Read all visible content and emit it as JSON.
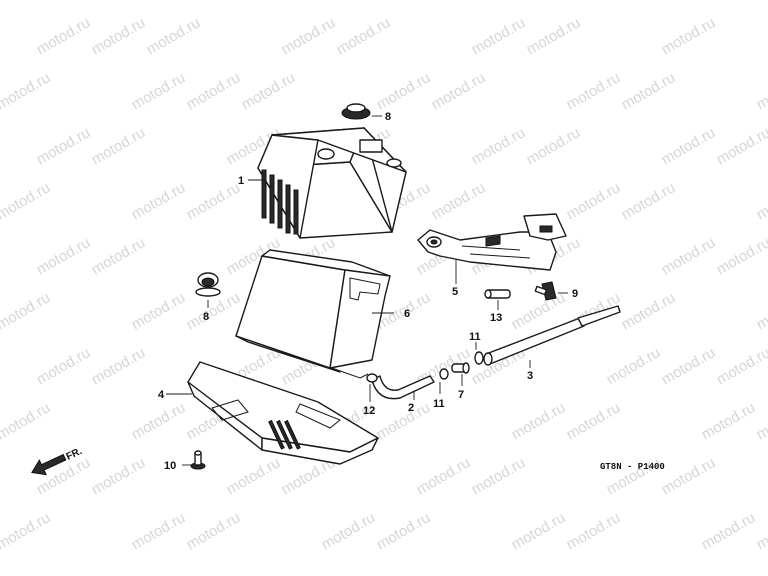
{
  "watermark_text": "motod.ru",
  "diagram_code": "GT8N - P1400",
  "direction_label": "FR.",
  "callouts": [
    {
      "id": "1",
      "part": "battery"
    },
    {
      "id": "2",
      "part": "breather-tube"
    },
    {
      "id": "3",
      "part": "drain-tube"
    },
    {
      "id": "4",
      "part": "battery-tray-cover"
    },
    {
      "id": "5",
      "part": "battery-holder-bracket"
    },
    {
      "id": "6",
      "part": "battery-case"
    },
    {
      "id": "7",
      "part": "tube-joint"
    },
    {
      "id": "8",
      "part": "rubber-cushion"
    },
    {
      "id": "8",
      "part": "rubber-cushion"
    },
    {
      "id": "9",
      "part": "bolt"
    },
    {
      "id": "10",
      "part": "screw"
    },
    {
      "id": "11",
      "part": "hose-clip"
    },
    {
      "id": "11",
      "part": "hose-clip"
    },
    {
      "id": "12",
      "part": "clip"
    },
    {
      "id": "13",
      "part": "collar"
    }
  ]
}
